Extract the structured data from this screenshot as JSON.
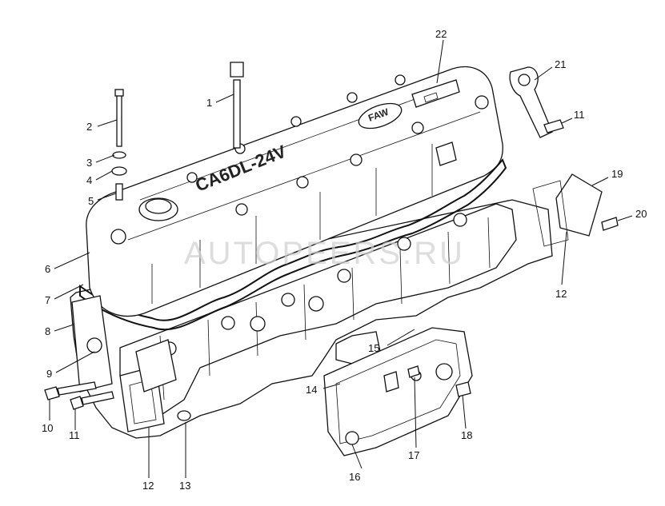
{
  "callouts": [
    "1",
    "2",
    "3",
    "4",
    "5",
    "6",
    "7",
    "8",
    "9",
    "10",
    "11",
    "12",
    "13",
    "14",
    "15",
    "16",
    "17",
    "18",
    "19",
    "20",
    "21",
    "22",
    "11",
    "12"
  ],
  "engraving": {
    "model_text": "CA6DL-24V",
    "brand_plate_text": "FAW"
  },
  "watermark": "AUTOPEERS.RU"
}
